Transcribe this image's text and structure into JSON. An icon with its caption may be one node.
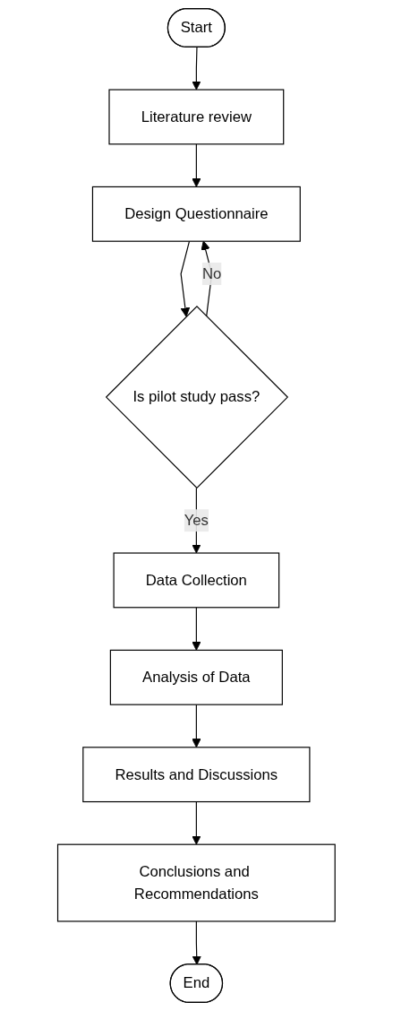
{
  "diagram": {
    "nodes": [
      {
        "text": [
          "Start"
        ]
      },
      {
        "text": [
          "Literature review"
        ]
      },
      {
        "text": [
          "Design Questionnaire"
        ]
      },
      {
        "text": [
          "Is pilot study pass?"
        ]
      },
      {
        "text": [
          "Data Collection"
        ]
      },
      {
        "text": [
          "Analysis of Data"
        ]
      },
      {
        "text": [
          "Results and Discussions"
        ]
      },
      {
        "text": [
          "Conclusions and Recommendations"
        ]
      },
      {
        "text": [
          "End"
        ]
      }
    ],
    "edges": [
      {
        "from": 0,
        "to": 1,
        "arrow": "to"
      },
      {
        "from": 1,
        "to": 2,
        "arrow": "to"
      },
      {
        "from": 2,
        "to": 3,
        "arrow": "to"
      },
      {
        "from": 3,
        "to": 2,
        "arrow": "to",
        "label": "No"
      },
      {
        "from": 3,
        "to": 4,
        "arrow": "to",
        "label": "Yes"
      },
      {
        "from": 4,
        "to": 5,
        "arrow": "to"
      },
      {
        "from": 5,
        "to": 6,
        "arrow": "to"
      },
      {
        "from": 6,
        "to": 7,
        "arrow": "to"
      },
      {
        "from": 7,
        "to": 8,
        "arrow": "to"
      }
    ]
  }
}
